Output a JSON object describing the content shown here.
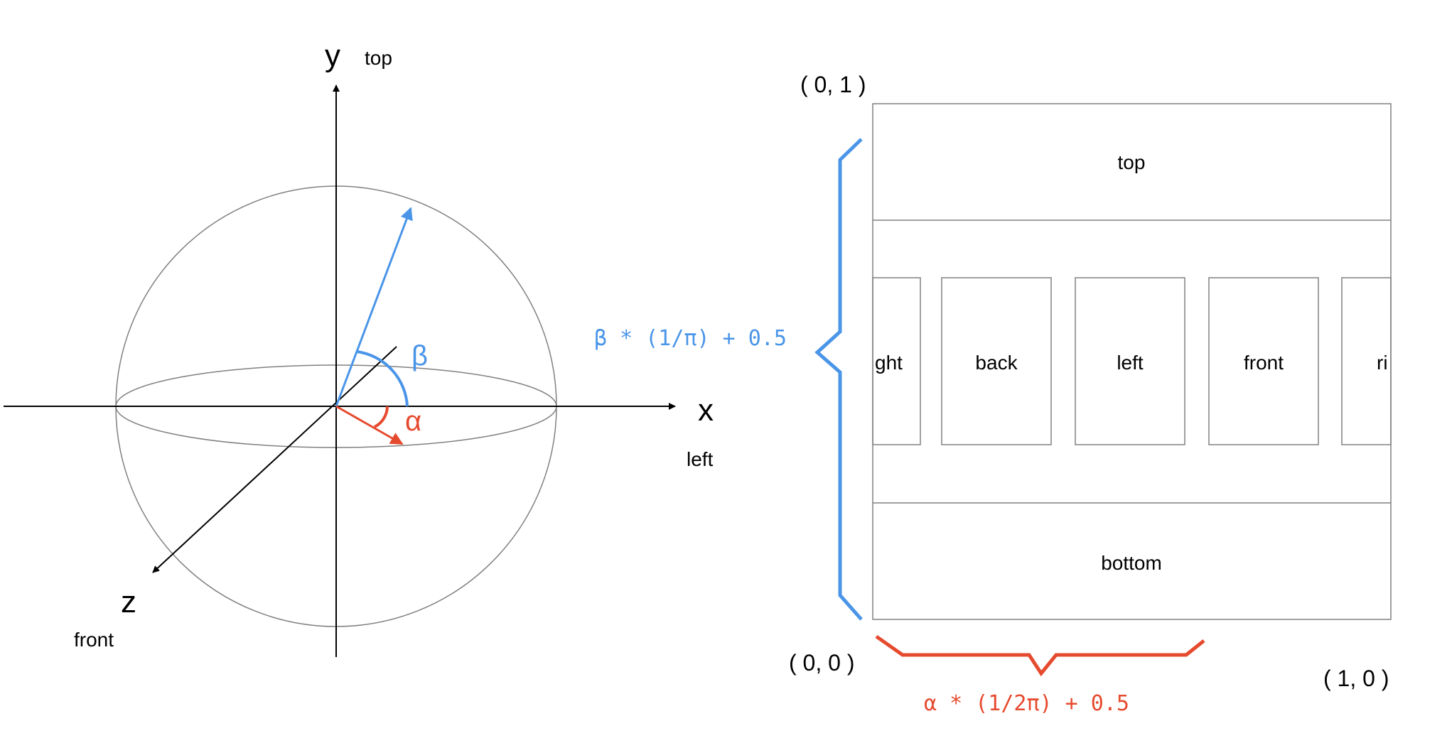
{
  "colors": {
    "blue": "#4a95e8",
    "red": "#e64a2e",
    "line": "#000000",
    "outline": "#808080"
  },
  "sphere": {
    "axis_y": "y",
    "axis_y_name": "top",
    "axis_x": "x",
    "axis_x_name": "left",
    "axis_z": "z",
    "axis_z_name": "front",
    "angle_beta": "β",
    "angle_alpha": "α"
  },
  "map": {
    "corner_top_left": "( 0, 1 )",
    "corner_bottom_left": "( 0, 0 )",
    "corner_bottom_right": "( 1, 0 )",
    "cell_top": "top",
    "cell_bottom": "bottom",
    "cell_right_part": "ght",
    "cell_back": "back",
    "cell_left": "left",
    "cell_front": "front",
    "cell_right_wrap": "ri",
    "v_formula": "β * (1/π) + 0.5",
    "u_formula": "α * (1/2π) + 0.5"
  }
}
